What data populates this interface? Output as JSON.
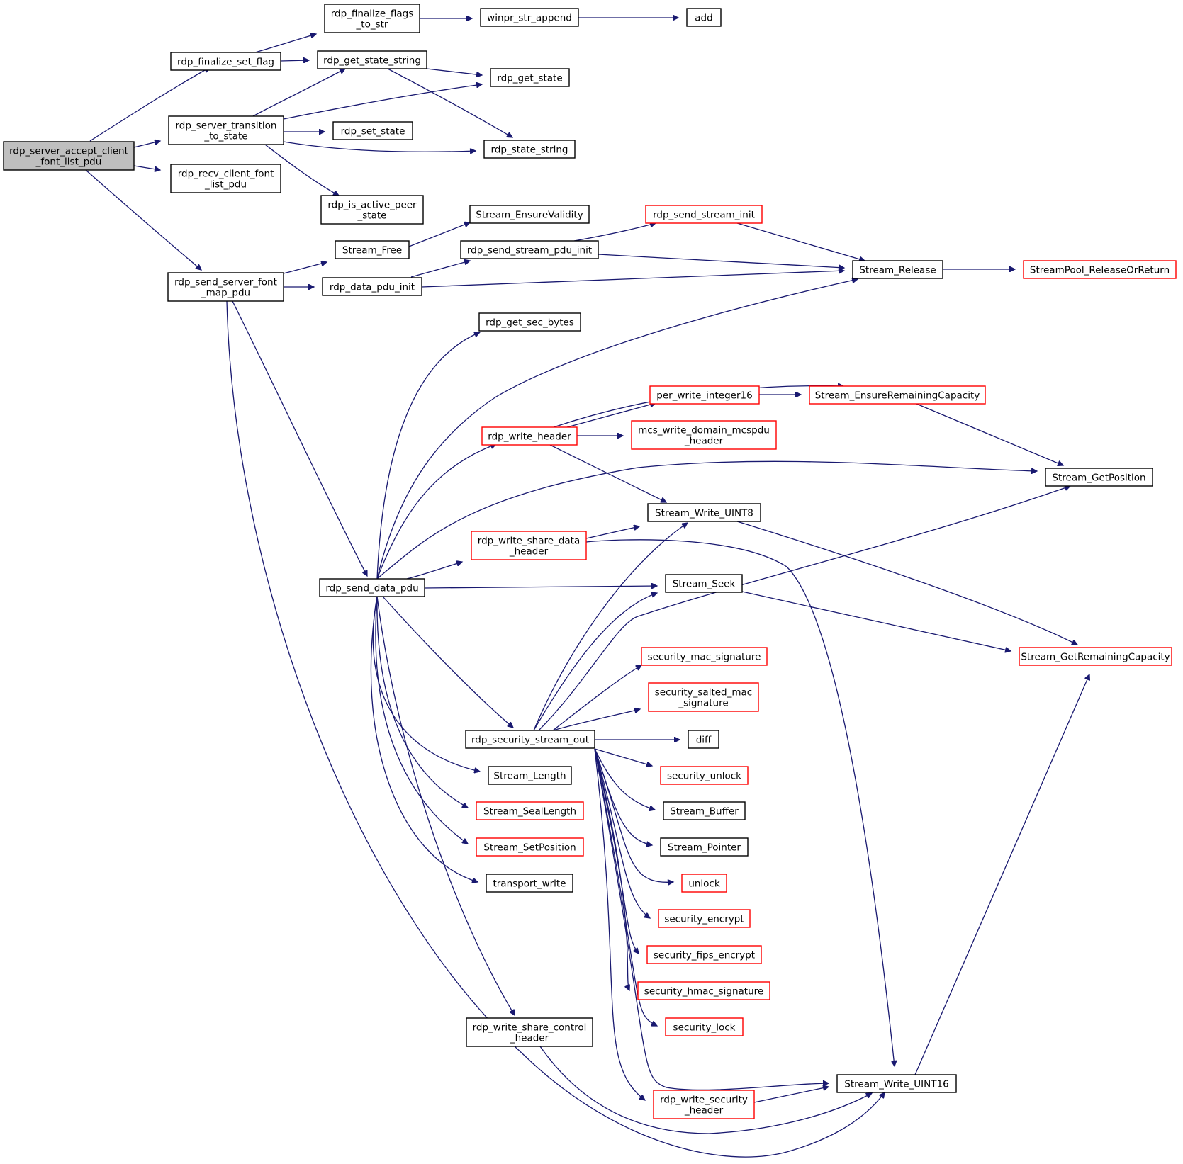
{
  "diagram": {
    "type": "call-graph",
    "colors": {
      "edge": "#191970",
      "node_border_default": "#000000",
      "node_border_truncated": "#ff0000",
      "root_fill": "#bfbfbf",
      "node_fill": "#ffffff"
    },
    "nodes": [
      {
        "id": "n0",
        "lines": [
          "rdp_server_accept_client",
          "_font_list_pdu"
        ],
        "style": "root"
      },
      {
        "id": "n1",
        "lines": [
          "rdp_finalize_set_flag"
        ],
        "style": "normal"
      },
      {
        "id": "n2",
        "lines": [
          "rdp_finalize_flags",
          "_to_str"
        ],
        "style": "normal"
      },
      {
        "id": "n3",
        "lines": [
          "winpr_str_append"
        ],
        "style": "normal"
      },
      {
        "id": "n4",
        "lines": [
          "add"
        ],
        "style": "normal"
      },
      {
        "id": "n5",
        "lines": [
          "rdp_get_state_string"
        ],
        "style": "normal"
      },
      {
        "id": "n6",
        "lines": [
          "rdp_get_state"
        ],
        "style": "normal"
      },
      {
        "id": "n7",
        "lines": [
          "rdp_state_string"
        ],
        "style": "normal"
      },
      {
        "id": "n8",
        "lines": [
          "rdp_server_transition",
          "_to_state"
        ],
        "style": "normal"
      },
      {
        "id": "n9",
        "lines": [
          "rdp_set_state"
        ],
        "style": "normal"
      },
      {
        "id": "n10",
        "lines": [
          "rdp_is_active_peer",
          "_state"
        ],
        "style": "normal"
      },
      {
        "id": "n11",
        "lines": [
          "rdp_recv_client_font",
          "_list_pdu"
        ],
        "style": "normal"
      },
      {
        "id": "n12",
        "lines": [
          "rdp_send_server_font",
          "_map_pdu"
        ],
        "style": "normal"
      },
      {
        "id": "n13",
        "lines": [
          "Stream_EnsureValidity"
        ],
        "style": "normal"
      },
      {
        "id": "n14",
        "lines": [
          "Stream_Free"
        ],
        "style": "normal"
      },
      {
        "id": "n15",
        "lines": [
          "rdp_send_stream_init"
        ],
        "style": "truncated"
      },
      {
        "id": "n16",
        "lines": [
          "rdp_send_stream_pdu_init"
        ],
        "style": "normal"
      },
      {
        "id": "n17",
        "lines": [
          "rdp_data_pdu_init"
        ],
        "style": "normal"
      },
      {
        "id": "n18",
        "lines": [
          "Stream_Release"
        ],
        "style": "normal"
      },
      {
        "id": "n19",
        "lines": [
          "StreamPool_ReleaseOrReturn"
        ],
        "style": "truncated"
      },
      {
        "id": "n20",
        "lines": [
          "rdp_get_sec_bytes"
        ],
        "style": "normal"
      },
      {
        "id": "n21",
        "lines": [
          "per_write_integer16"
        ],
        "style": "truncated"
      },
      {
        "id": "n22",
        "lines": [
          "Stream_EnsureRemainingCapacity"
        ],
        "style": "truncated"
      },
      {
        "id": "n23",
        "lines": [
          "rdp_write_header"
        ],
        "style": "truncated"
      },
      {
        "id": "n24",
        "lines": [
          "mcs_write_domain_mcspdu",
          "_header"
        ],
        "style": "truncated"
      },
      {
        "id": "n25",
        "lines": [
          "Stream_GetPosition"
        ],
        "style": "normal"
      },
      {
        "id": "n26",
        "lines": [
          "Stream_Write_UINT8"
        ],
        "style": "normal"
      },
      {
        "id": "n27",
        "lines": [
          "rdp_write_share_data",
          "_header"
        ],
        "style": "truncated"
      },
      {
        "id": "n28",
        "lines": [
          "rdp_send_data_pdu"
        ],
        "style": "normal"
      },
      {
        "id": "n29",
        "lines": [
          "Stream_Seek"
        ],
        "style": "normal"
      },
      {
        "id": "n30",
        "lines": [
          "Stream_GetRemainingCapacity"
        ],
        "style": "truncated"
      },
      {
        "id": "n31",
        "lines": [
          "security_mac_signature"
        ],
        "style": "truncated"
      },
      {
        "id": "n32",
        "lines": [
          "security_salted_mac",
          "_signature"
        ],
        "style": "truncated"
      },
      {
        "id": "n33",
        "lines": [
          "rdp_security_stream_out"
        ],
        "style": "normal"
      },
      {
        "id": "n34",
        "lines": [
          "diff"
        ],
        "style": "normal"
      },
      {
        "id": "n35",
        "lines": [
          "security_unlock"
        ],
        "style": "truncated"
      },
      {
        "id": "n36",
        "lines": [
          "Stream_Length"
        ],
        "style": "normal"
      },
      {
        "id": "n37",
        "lines": [
          "Stream_Buffer"
        ],
        "style": "normal"
      },
      {
        "id": "n38",
        "lines": [
          "Stream_SealLength"
        ],
        "style": "truncated"
      },
      {
        "id": "n39",
        "lines": [
          "Stream_Pointer"
        ],
        "style": "normal"
      },
      {
        "id": "n40",
        "lines": [
          "Stream_SetPosition"
        ],
        "style": "truncated"
      },
      {
        "id": "n41",
        "lines": [
          "unlock"
        ],
        "style": "truncated"
      },
      {
        "id": "n42",
        "lines": [
          "transport_write"
        ],
        "style": "normal"
      },
      {
        "id": "n43",
        "lines": [
          "security_encrypt"
        ],
        "style": "truncated"
      },
      {
        "id": "n44",
        "lines": [
          "security_fips_encrypt"
        ],
        "style": "truncated"
      },
      {
        "id": "n45",
        "lines": [
          "security_hmac_signature"
        ],
        "style": "truncated"
      },
      {
        "id": "n46",
        "lines": [
          "rdp_write_share_control",
          "_header"
        ],
        "style": "normal"
      },
      {
        "id": "n47",
        "lines": [
          "security_lock"
        ],
        "style": "truncated"
      },
      {
        "id": "n48",
        "lines": [
          "Stream_Write_UINT16"
        ],
        "style": "normal"
      },
      {
        "id": "n49",
        "lines": [
          "rdp_write_security",
          "_header"
        ],
        "style": "truncated"
      }
    ],
    "edges": [
      [
        "n0",
        "n1"
      ],
      [
        "n0",
        "n8"
      ],
      [
        "n0",
        "n11"
      ],
      [
        "n0",
        "n12"
      ],
      [
        "n1",
        "n2"
      ],
      [
        "n1",
        "n5"
      ],
      [
        "n2",
        "n3"
      ],
      [
        "n3",
        "n4"
      ],
      [
        "n5",
        "n6"
      ],
      [
        "n5",
        "n7"
      ],
      [
        "n8",
        "n5"
      ],
      [
        "n8",
        "n6"
      ],
      [
        "n8",
        "n9"
      ],
      [
        "n8",
        "n7"
      ],
      [
        "n8",
        "n10"
      ],
      [
        "n12",
        "n14"
      ],
      [
        "n12",
        "n17"
      ],
      [
        "n12",
        "n28"
      ],
      [
        "n12",
        "n48"
      ],
      [
        "n14",
        "n13"
      ],
      [
        "n17",
        "n16"
      ],
      [
        "n17",
        "n18"
      ],
      [
        "n16",
        "n15"
      ],
      [
        "n16",
        "n18"
      ],
      [
        "n15",
        "n18"
      ],
      [
        "n18",
        "n19"
      ],
      [
        "n28",
        "n20"
      ],
      [
        "n28",
        "n18"
      ],
      [
        "n28",
        "n23"
      ],
      [
        "n28",
        "n25"
      ],
      [
        "n28",
        "n27"
      ],
      [
        "n28",
        "n29"
      ],
      [
        "n28",
        "n33"
      ],
      [
        "n28",
        "n36"
      ],
      [
        "n28",
        "n38"
      ],
      [
        "n28",
        "n40"
      ],
      [
        "n28",
        "n42"
      ],
      [
        "n28",
        "n46"
      ],
      [
        "n23",
        "n22"
      ],
      [
        "n23",
        "n21"
      ],
      [
        "n23",
        "n24"
      ],
      [
        "n23",
        "n26"
      ],
      [
        "n21",
        "n22"
      ],
      [
        "n22",
        "n25"
      ],
      [
        "n27",
        "n26"
      ],
      [
        "n27",
        "n48"
      ],
      [
        "n26",
        "n30"
      ],
      [
        "n29",
        "n30"
      ],
      [
        "n33",
        "n26"
      ],
      [
        "n33",
        "n29"
      ],
      [
        "n33",
        "n25"
      ],
      [
        "n33",
        "n31"
      ],
      [
        "n33",
        "n32"
      ],
      [
        "n33",
        "n34"
      ],
      [
        "n33",
        "n35"
      ],
      [
        "n33",
        "n37"
      ],
      [
        "n33",
        "n39"
      ],
      [
        "n33",
        "n41"
      ],
      [
        "n33",
        "n43"
      ],
      [
        "n33",
        "n44"
      ],
      [
        "n33",
        "n45"
      ],
      [
        "n33",
        "n47"
      ],
      [
        "n33",
        "n48"
      ],
      [
        "n33",
        "n49"
      ],
      [
        "n49",
        "n48"
      ],
      [
        "n46",
        "n48"
      ],
      [
        "n48",
        "n30"
      ]
    ]
  }
}
